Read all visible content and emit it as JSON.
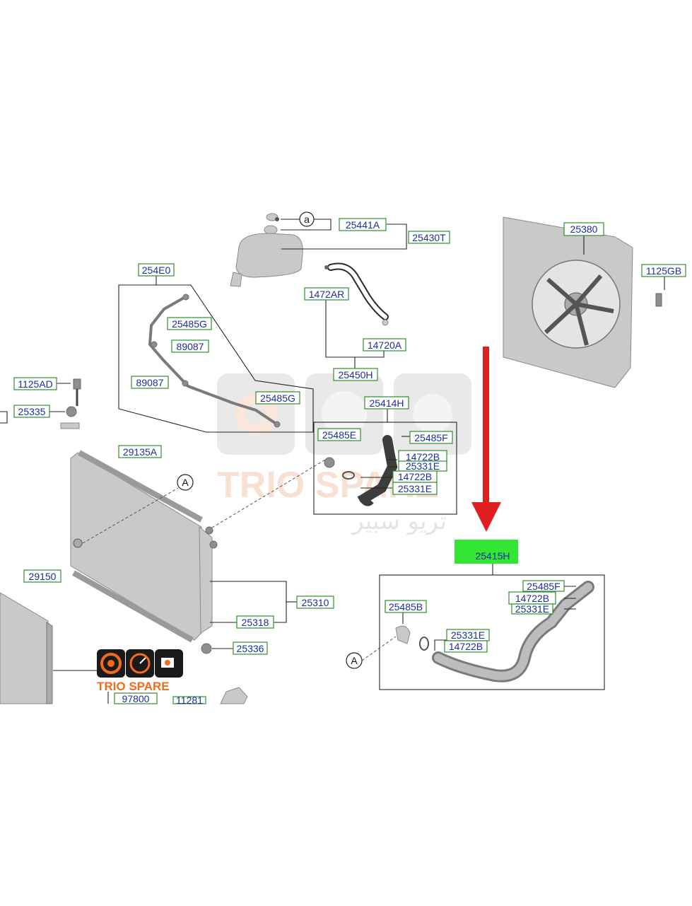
{
  "labels": {
    "p25441A": "25441A",
    "p25430T": "25430T",
    "a_marker": "a",
    "p254E0": "254E0",
    "p25485G_top": "25485G",
    "p89087_a": "89087",
    "p89087_b": "89087",
    "p25485G_mid": "25485G",
    "p1472AR": "1472AR",
    "p14720A": "14720A",
    "p25450H": "25450H",
    "p25414H": "25414H",
    "p25485E": "25485E",
    "p25485F_a": "25485F",
    "p14722B_a": "14722B",
    "p25331E_a": "25331E",
    "p14722B_b": "14722B",
    "p25331E_b": "25331E",
    "p25380": "25380",
    "p1125GB": "1125GB",
    "p1125AD": "1125AD",
    "p25335": "25335",
    "p29135A": "29135A",
    "A_marker_top": "A",
    "p29150": "29150",
    "p25310": "25310",
    "p25318": "25318",
    "p25336": "25336",
    "p97800": "97800",
    "p11281": "11281",
    "p25415H": "25415H",
    "p25485F_b": "25485F",
    "p14722B_c": "14722B",
    "p25331E_c": "25331E",
    "p25485B": "25485B",
    "p25331E_d": "25331E",
    "p14722B_d": "14722B",
    "A_marker_bottom": "A"
  },
  "watermark": {
    "brand": "TRIO SPARE",
    "arabic": "تريو سبير"
  },
  "logo": {
    "brand": "TRIO SPARE"
  },
  "colors": {
    "label_border": "#2f8f2f",
    "label_text": "#1c2f9e",
    "highlight": "#33e633",
    "arrow": "#e02020",
    "logo_orange": "#f26a1b"
  }
}
